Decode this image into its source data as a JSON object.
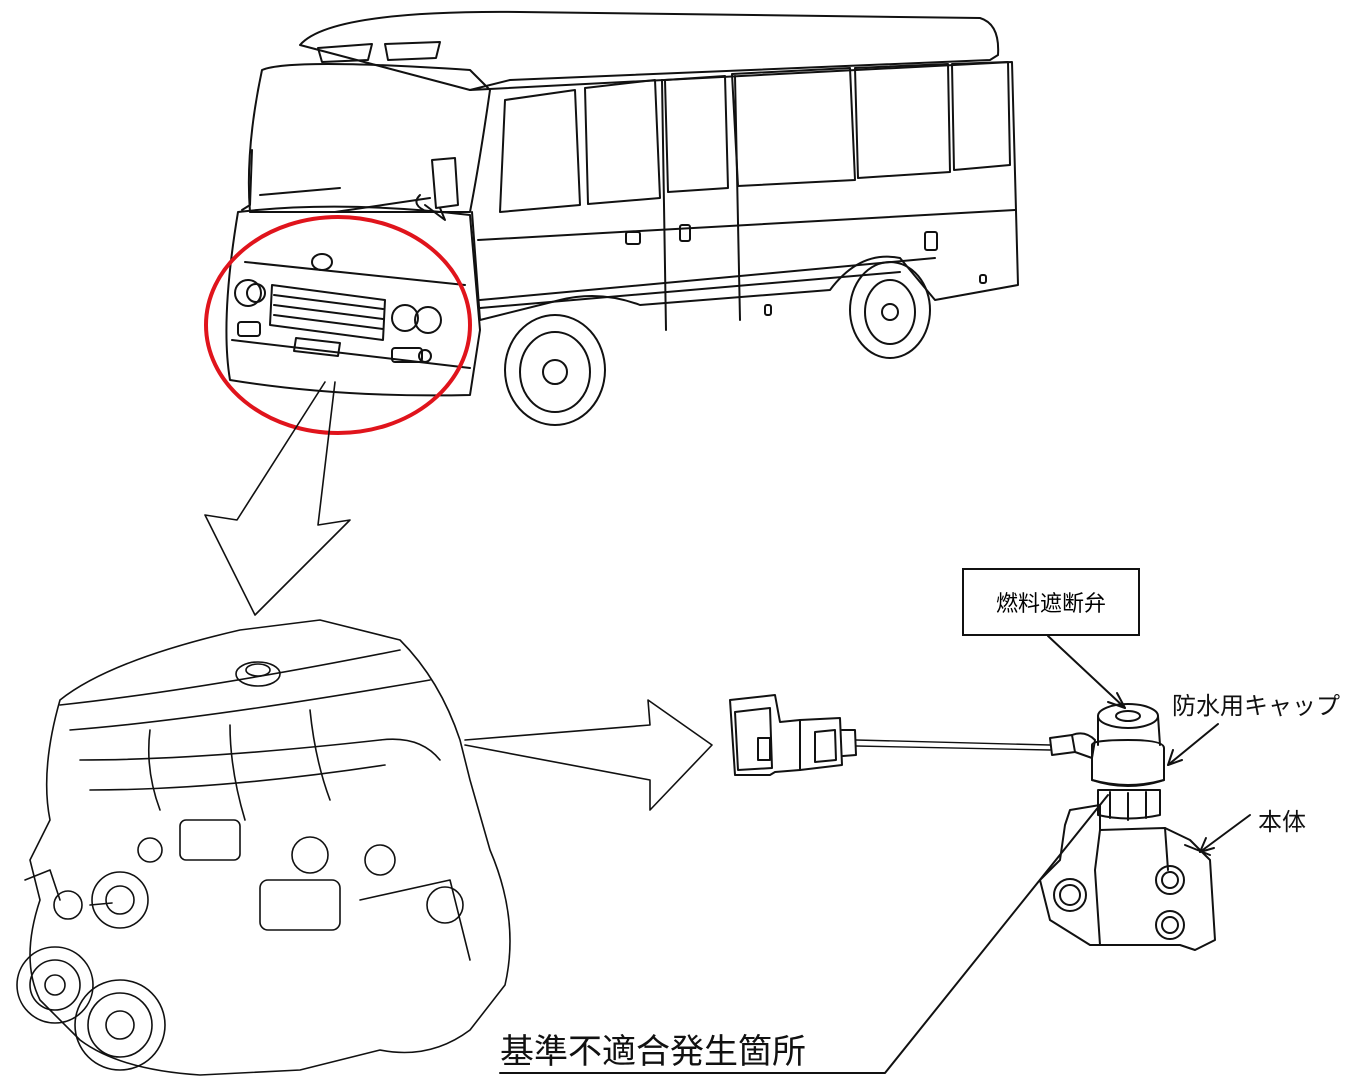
{
  "labels": {
    "fuel_shutoff_valve": "燃料遮断弁",
    "waterproof_cap": "防水用キャップ",
    "main_body": "本体",
    "nonconformity_location": "基準不適合発生箇所"
  },
  "colors": {
    "highlight_circle": "#e0141c",
    "line_art": "#111111",
    "background": "#ffffff"
  }
}
